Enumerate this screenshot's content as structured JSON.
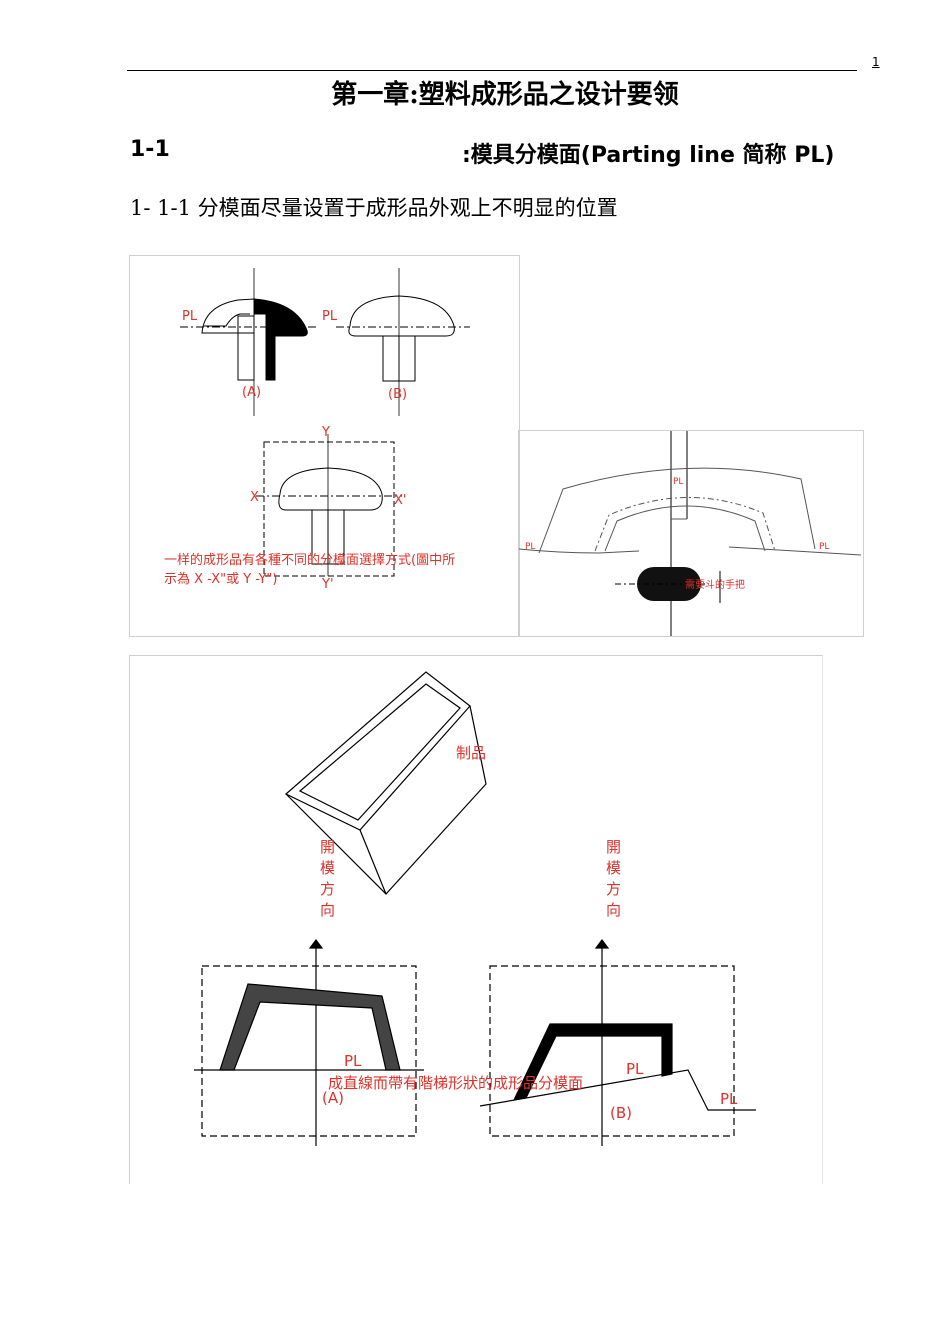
{
  "header": {
    "page_number": "1"
  },
  "chapter_title": "第一章:塑料成形品之设计要领",
  "section": {
    "number": "1-1",
    "title": ":模具分模面(Parting line 简称  PL)"
  },
  "subsection": "1- 1-1 分模面尽量设置于成形品外观上不明显的位置",
  "figure_top_left": {
    "labels": {
      "pl_left": "PL",
      "pl_right": "PL",
      "a": "(A)",
      "b": "(B)",
      "y_top": "Y",
      "y_bottom": "Y'",
      "x_left": "X",
      "x_right": "X'"
    },
    "caption_line1": "一样的成形品有各種不同的分模面選擇方式(圖中所",
    "caption_line2": "示為 X -X\"或 Y -Y\")"
  },
  "figure_top_right": {
    "labels": {
      "pl_top": "PL",
      "pl_left": "PL",
      "pl_right": "PL"
    },
    "caption": "需要斗的手把"
  },
  "figure_bottom": {
    "labels": {
      "product": "制品",
      "open_dir_left": [
        "開",
        "模",
        "方",
        "向"
      ],
      "open_dir_right": [
        "開",
        "模",
        "方",
        "向"
      ],
      "pl_a": "PL",
      "a": "(A)",
      "pl_b1": "PL",
      "pl_b2": "PL",
      "b": "(B)"
    },
    "caption": "成直線而帶有階梯形狀的成形品分模面"
  }
}
